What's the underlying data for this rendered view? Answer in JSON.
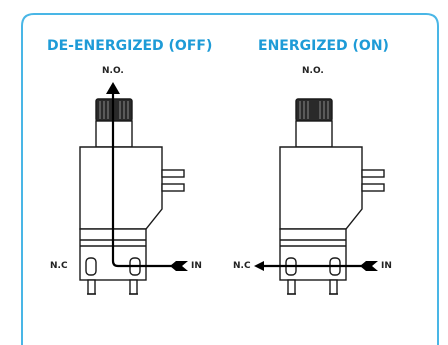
{
  "diagram": {
    "border_color": "#49b6e6",
    "heading_color": "#1e9bd7",
    "left": {
      "heading": "DE-ENERGIZED (OFF)",
      "top_port": "N.O.",
      "left_port": "N.C",
      "right_port": "IN"
    },
    "right": {
      "heading": "ENERGIZED  (ON)",
      "top_port": "N.O.",
      "left_port": "N.C",
      "right_port": "IN"
    }
  }
}
